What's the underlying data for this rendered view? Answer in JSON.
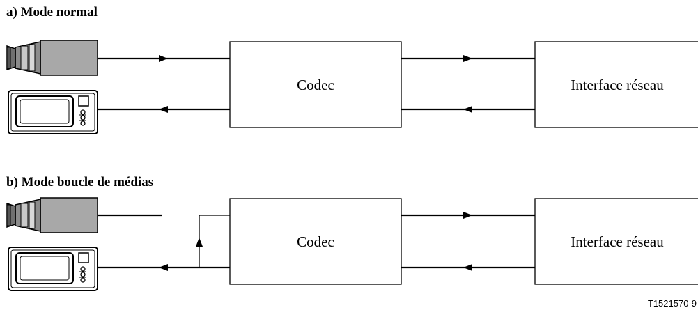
{
  "sections": [
    {
      "title": "a)  Mode normal",
      "codec_label": "Codec",
      "network_label": "Interface réseau"
    },
    {
      "title": "b)  Mode boucle de médias",
      "codec_label": "Codec",
      "network_label": "Interface réseau"
    }
  ],
  "devices": [
    "camera-icon",
    "monitor-icon"
  ],
  "figure_ref": "T1521570-9",
  "colors": {
    "line": "#000000",
    "camera_body": "#a8a8a8",
    "lens_dark": "#707070",
    "monitor_screen": "#ffffff"
  }
}
